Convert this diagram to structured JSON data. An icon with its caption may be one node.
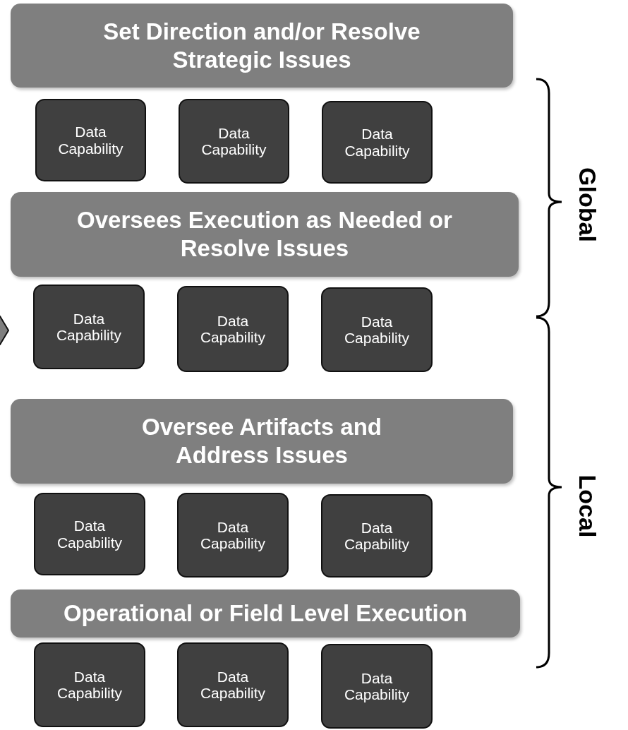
{
  "diagram": {
    "nodes": [
      {
        "text": [
          "Set Direction and/or Resolve Strategic Issues"
        ]
      },
      {
        "text": [
          "Data Capability"
        ]
      },
      {
        "text": [
          "Data Capability"
        ]
      },
      {
        "text": [
          "Data Capability"
        ]
      },
      {
        "text": [
          "Oversees Execution as Needed or Resolve Issues"
        ]
      },
      {
        "text": [
          "Data Capability"
        ]
      },
      {
        "text": [
          "Data Capability"
        ]
      },
      {
        "text": [
          "Data Capability"
        ]
      },
      {
        "text": [
          "Oversee Artifacts and Address Issues"
        ]
      },
      {
        "text": [
          "Data Capability"
        ]
      },
      {
        "text": [
          "Data Capability"
        ]
      },
      {
        "text": [
          "Data Capability"
        ]
      },
      {
        "text": [
          "Operational or Field Level Execution"
        ]
      },
      {
        "text": [
          "Data Capability"
        ]
      },
      {
        "text": [
          "Data Capability"
        ]
      },
      {
        "text": [
          "Data Capability"
        ]
      }
    ],
    "labels": [
      "Global",
      "Local"
    ]
  }
}
